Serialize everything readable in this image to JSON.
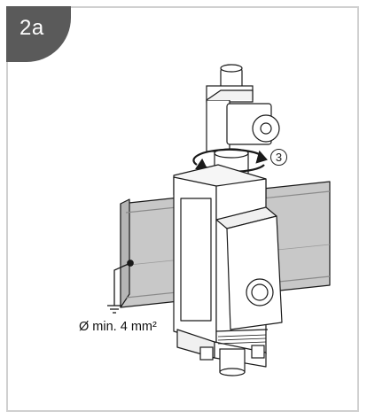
{
  "step": {
    "label": "2a"
  },
  "callout": {
    "number": "3"
  },
  "ground": {
    "text": "Ø min. 4 mm²"
  },
  "colors": {
    "tab": "#5a5a5a",
    "frame_border": "#d0d0d0",
    "rail_gray": "#c8c8c8",
    "outline": "#1a1a1a"
  },
  "icons": [
    "ground-symbol-icon",
    "rotation-arrow-icon"
  ]
}
